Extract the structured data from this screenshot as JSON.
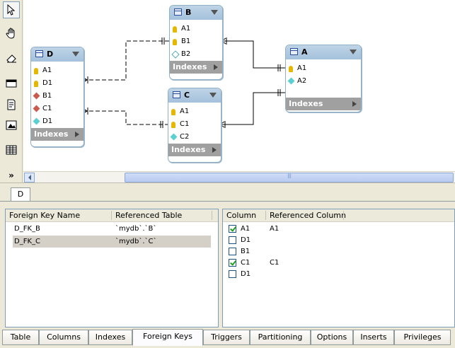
{
  "toolbar": {
    "tools": [
      "pointer-icon",
      "hand-icon",
      "eraser-icon",
      "layer-icon",
      "note-icon",
      "image-icon",
      "table-icon",
      "expand-icon"
    ],
    "more_label": "»"
  },
  "diagram": {
    "tables": [
      {
        "name": "D",
        "columns": [
          {
            "name": "A1",
            "icon": "key"
          },
          {
            "name": "D1",
            "icon": "key"
          },
          {
            "name": "B1",
            "icon": "fk-red"
          },
          {
            "name": "C1",
            "icon": "fk-red"
          },
          {
            "name": "D1",
            "icon": "column-cyan"
          }
        ],
        "indexes_label": "Indexes"
      },
      {
        "name": "B",
        "columns": [
          {
            "name": "A1",
            "icon": "key"
          },
          {
            "name": "B1",
            "icon": "key"
          },
          {
            "name": "B2",
            "icon": "column-hollow"
          }
        ],
        "indexes_label": "Indexes"
      },
      {
        "name": "C",
        "columns": [
          {
            "name": "A1",
            "icon": "key"
          },
          {
            "name": "C1",
            "icon": "key"
          },
          {
            "name": "C2",
            "icon": "column-cyan"
          }
        ],
        "indexes_label": "Indexes"
      },
      {
        "name": "A",
        "columns": [
          {
            "name": "A1",
            "icon": "key"
          },
          {
            "name": "A2",
            "icon": "column-cyan"
          }
        ],
        "indexes_label": "Indexes"
      }
    ]
  },
  "scrollbar": {
    "grip": "III"
  },
  "editor": {
    "doc_tab": "D",
    "fk_grid": {
      "headers": [
        "Foreign Key Name",
        "Referenced Table"
      ],
      "rows": [
        {
          "name": "D_FK_B",
          "table": "`mydb`.`B`",
          "selected": false
        },
        {
          "name": "D_FK_C",
          "table": "`mydb`.`C`",
          "selected": true
        }
      ]
    },
    "col_grid": {
      "headers": [
        "Column",
        "Referenced Column"
      ],
      "rows": [
        {
          "checked": true,
          "column": "A1",
          "ref": "A1"
        },
        {
          "checked": false,
          "column": "D1",
          "ref": ""
        },
        {
          "checked": false,
          "column": "B1",
          "ref": ""
        },
        {
          "checked": true,
          "column": "C1",
          "ref": "C1"
        },
        {
          "checked": false,
          "column": "D1",
          "ref": ""
        }
      ]
    }
  },
  "tabs": [
    "Table",
    "Columns",
    "Indexes",
    "Foreign Keys",
    "Triggers",
    "Partitioning",
    "Options",
    "Inserts",
    "Privileges"
  ],
  "active_tab": "Foreign Keys"
}
